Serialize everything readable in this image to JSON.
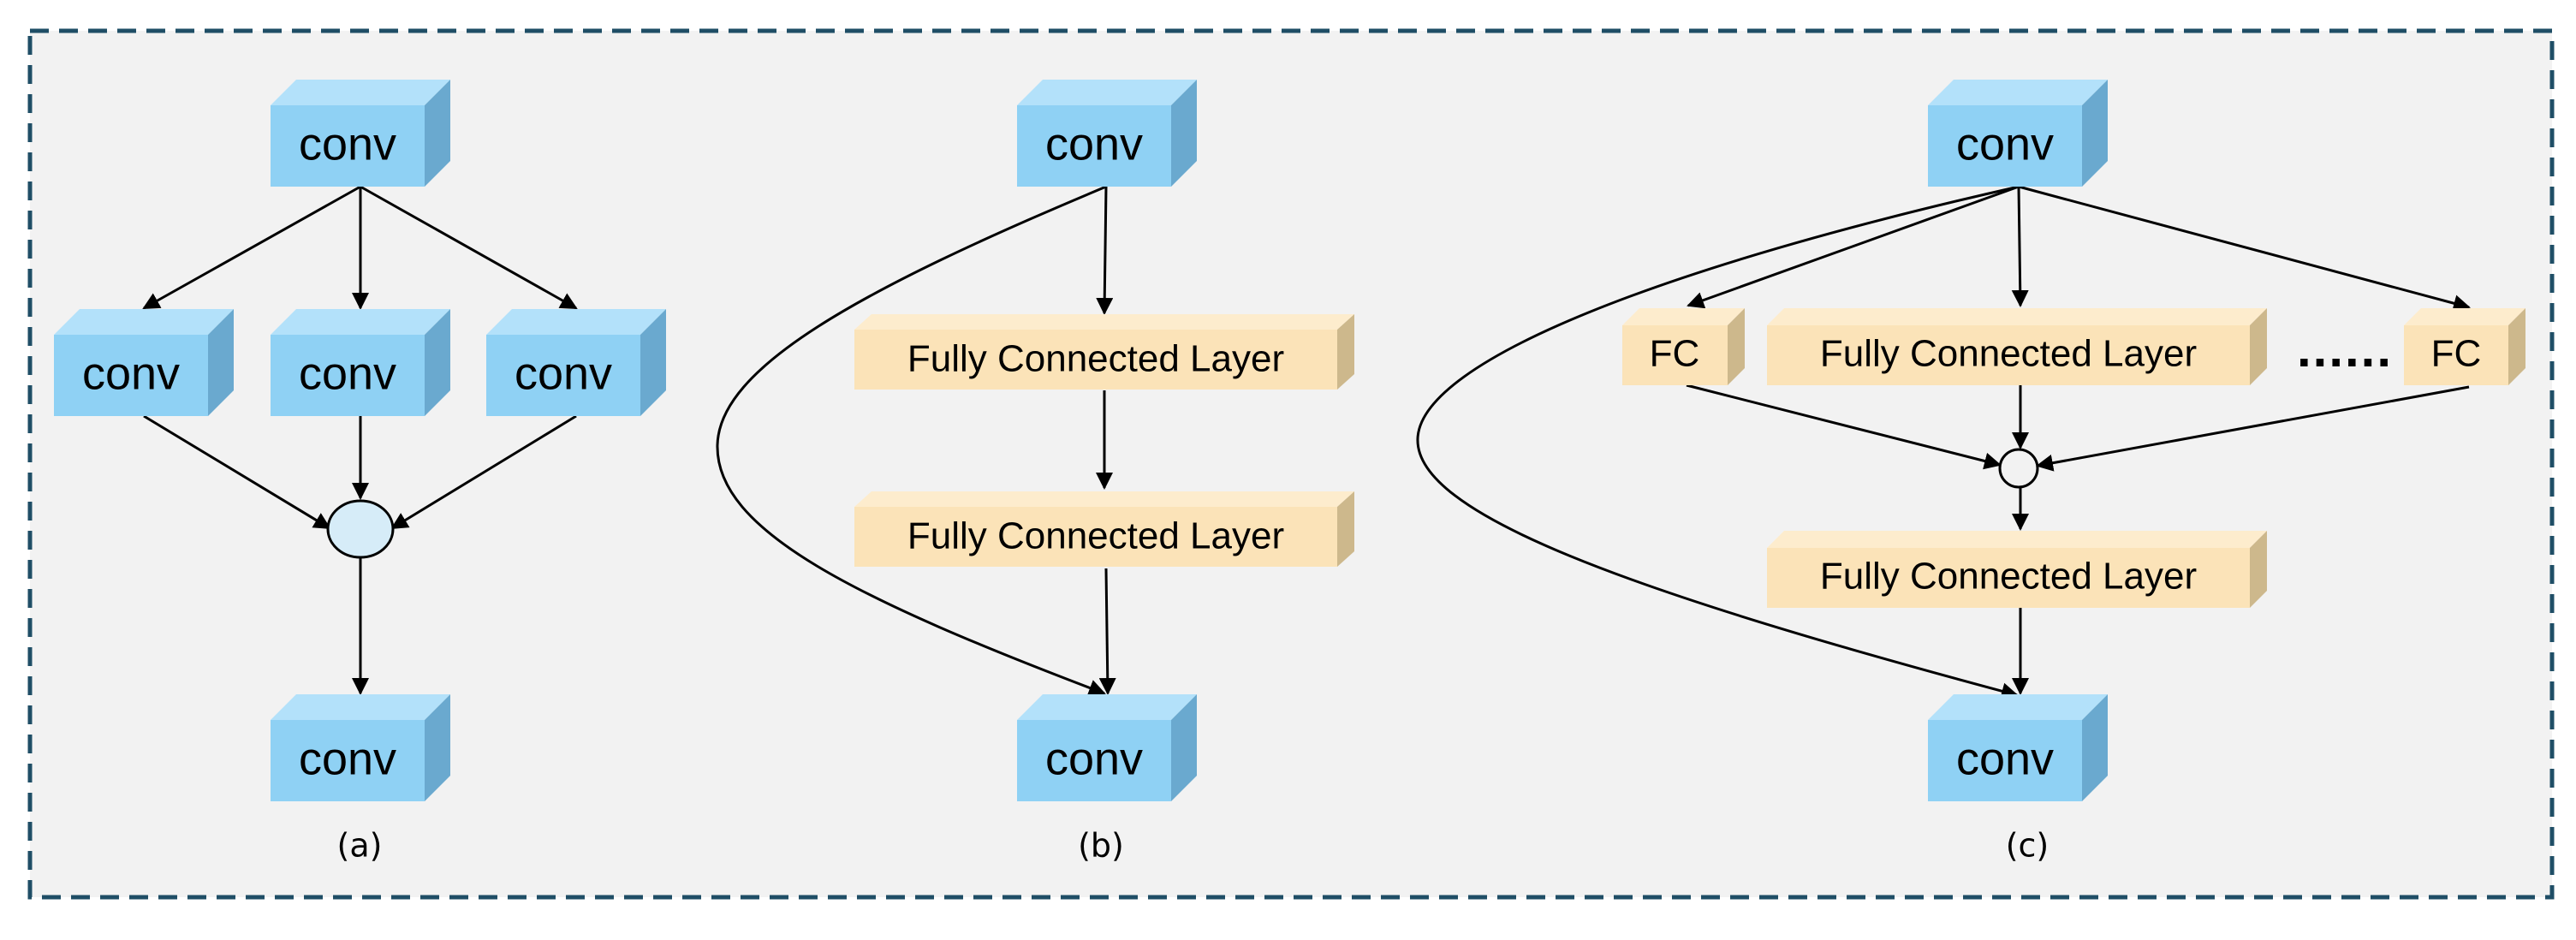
{
  "colors": {
    "frame_border": "#1f4e66",
    "background": "#f2f2f2",
    "conv_front": "#8fd1f4",
    "conv_top": "#b3e1fa",
    "conv_side": "#6aa9cf",
    "fc_front": "#fbe3b8",
    "fc_top": "#fdeccd",
    "fc_side": "#cdb88c",
    "merge_a": "#d6ecf8",
    "arrow": "#000000"
  },
  "panels": [
    {
      "caption": "(a)",
      "nodes": {
        "top": "conv",
        "left": "conv",
        "middle": "conv",
        "right": "conv",
        "bottom": "conv"
      }
    },
    {
      "caption": "(b)",
      "nodes": {
        "top": "conv",
        "fc1": "Fully Connected Layer",
        "fc2": "Fully Connected Layer",
        "bottom": "conv"
      }
    },
    {
      "caption": "(c)",
      "nodes": {
        "top": "conv",
        "fc_left": "FC",
        "fc_middle": "Fully Connected Layer",
        "fc_right": "FC",
        "fc_merge": "Fully Connected Layer",
        "bottom": "conv"
      },
      "ellipsis": "......"
    }
  ]
}
